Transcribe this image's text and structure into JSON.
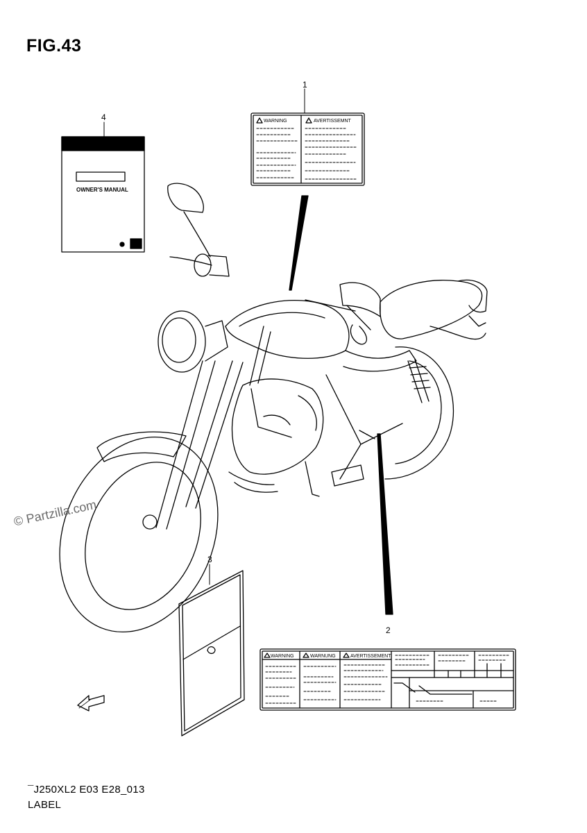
{
  "figure": {
    "title": "FIG.43",
    "code": "¯J250XL2 E03 E28_013",
    "name": "LABEL"
  },
  "watermark": "© Partzilla.com",
  "callouts": [
    {
      "number": "1"
    },
    {
      "number": "2"
    },
    {
      "number": "3"
    },
    {
      "number": "4"
    }
  ],
  "label_1": {
    "left_header": "WARNING",
    "right_header": "AVERTISSEMNT"
  },
  "label_2": {
    "headers": [
      "WARNING",
      "WARNUNG",
      "AVERTISSEMENT"
    ]
  },
  "manual": {
    "title": "OWNER'S MANUAL"
  },
  "colors": {
    "line": "#000000",
    "background": "#ffffff",
    "watermark": "#6a6a6a"
  },
  "icons": {
    "front_arrow": "fwd-arrow-icon",
    "warning": "warning-triangle-icon"
  }
}
